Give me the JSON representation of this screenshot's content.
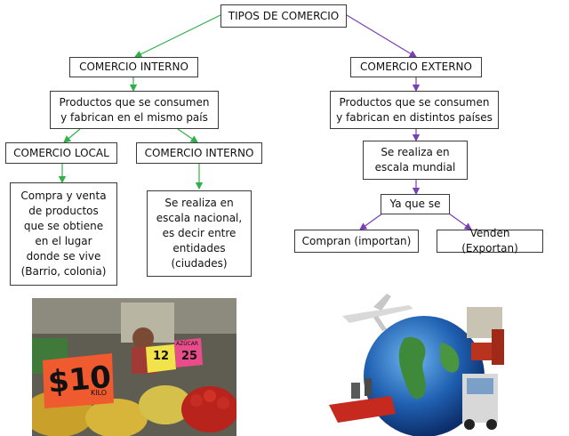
{
  "diagram": {
    "root": "TIPOS DE COMERCIO",
    "left": {
      "title": "COMERCIO INTERNO",
      "definition": "Productos que se consumen\ny fabrican en el mismo país",
      "local": {
        "title": "COMERCIO LOCAL",
        "description": "Compra y venta\nde productos\nque se obtiene\nen el lugar\ndonde se vive\n(Barrio, colonia)"
      },
      "interno": {
        "title": "COMERCIO INTERNO",
        "description": "Se realiza en\nescala nacional,\nes decir entre\nentidades\n(ciudades)"
      }
    },
    "right": {
      "title": "COMERCIO EXTERNO",
      "definition": "Productos que se consumen\ny fabrican en distintos países",
      "scale": "Se realiza en\nescala mundial",
      "connector": "Ya que se",
      "buy": "Compran (importan)",
      "sell": "Venden (Exportan)"
    }
  },
  "photos": {
    "market": {
      "signs": [
        "$10",
        "KILO",
        "12",
        "25",
        "AZÚCAR"
      ]
    }
  },
  "colors": {
    "left_arrows": "#2eb04a",
    "right_arrows": "#7b3fb5",
    "box_border": "#3a3a3a"
  }
}
